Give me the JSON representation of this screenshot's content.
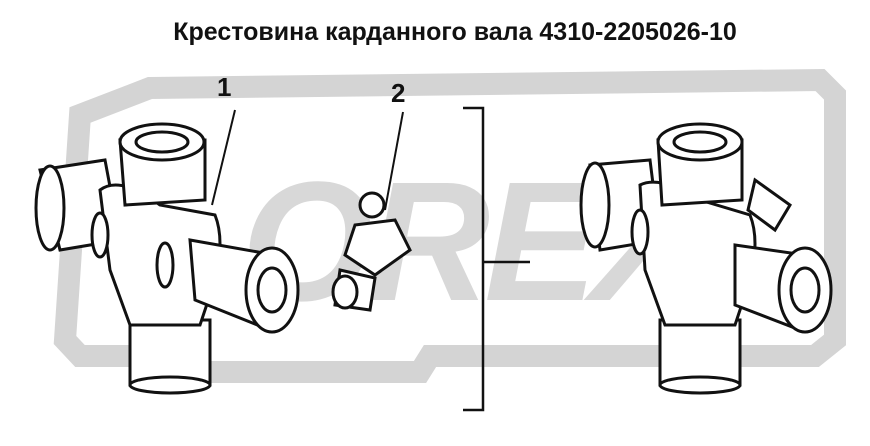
{
  "title": "Крестовина карданного вала 4310-2205026-10",
  "callouts": [
    "1",
    "2"
  ],
  "watermark": {
    "text": "OREX",
    "color": "#d6d6d6"
  },
  "colors": {
    "line": "#111111",
    "background": "#ffffff"
  }
}
